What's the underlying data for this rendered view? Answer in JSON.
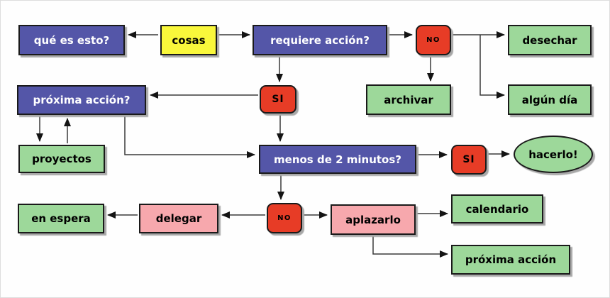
{
  "diagram": {
    "type": "flowchart",
    "language": "es",
    "colors": {
      "decision": "#5456a8",
      "outcome": "#9dd89a",
      "input": "#f9f73b",
      "yesno": "#e73c26",
      "action": "#f7a8ad",
      "line": "#3a3a3a",
      "arrowhead": "#141414"
    },
    "nodes": {
      "cosas": "cosas",
      "que_es_esto": "qué es esto?",
      "requiere_accion": "requiere acción?",
      "no1": "NO",
      "desechar": "desechar",
      "archivar": "archivar",
      "algun_dia": "algún día",
      "si1": "SI",
      "proxima_accion_q": "próxima acción?",
      "proyectos": "proyectos",
      "menos_2_minutos": "menos de 2 minutos?",
      "si2": "SI",
      "hacerlo": "hacerlo!",
      "no2": "NO",
      "delegar": "delegar",
      "en_espera": "en espera",
      "aplazarlo": "aplazarlo",
      "calendario": "calendario",
      "proxima_accion": "próxima acción"
    },
    "edges": [
      {
        "from": "cosas",
        "to": "que_es_esto"
      },
      {
        "from": "cosas",
        "to": "requiere_accion"
      },
      {
        "from": "requiere_accion",
        "to": "no1"
      },
      {
        "from": "no1",
        "to": "desechar"
      },
      {
        "from": "no1",
        "to": "algun_dia"
      },
      {
        "from": "no1",
        "to": "archivar"
      },
      {
        "from": "requiere_accion",
        "to": "si1"
      },
      {
        "from": "si1",
        "to": "proxima_accion_q"
      },
      {
        "from": "si1",
        "to": "menos_2_minutos"
      },
      {
        "from": "proxima_accion_q",
        "to": "proyectos"
      },
      {
        "from": "proyectos",
        "to": "proxima_accion_q"
      },
      {
        "from": "proxima_accion_q",
        "to": "menos_2_minutos"
      },
      {
        "from": "menos_2_minutos",
        "to": "si2"
      },
      {
        "from": "si2",
        "to": "hacerlo"
      },
      {
        "from": "menos_2_minutos",
        "to": "no2"
      },
      {
        "from": "no2",
        "to": "delegar"
      },
      {
        "from": "delegar",
        "to": "en_espera"
      },
      {
        "from": "no2",
        "to": "aplazarlo"
      },
      {
        "from": "aplazarlo",
        "to": "calendario"
      },
      {
        "from": "aplazarlo",
        "to": "proxima_accion"
      }
    ]
  }
}
